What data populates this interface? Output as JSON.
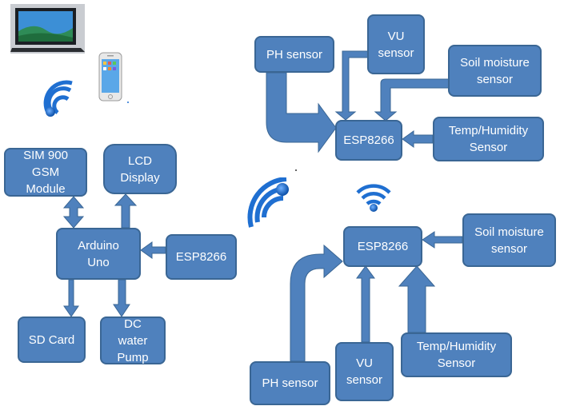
{
  "colors": {
    "box_fill": "#4f81bd",
    "box_border": "#3a6694",
    "text": "#ffffff",
    "wifi_blue": "#1f6fd1"
  },
  "icons": {
    "laptop": "laptop-icon",
    "phone": "smartphone-icon",
    "wifi_left": "wifi-icon",
    "wifi_center": "wifi-icon",
    "wifi_right": "wifi-icon"
  },
  "left_system": {
    "sim900": "SIM 900\nGSM\nModule",
    "lcd": "LCD\nDisplay",
    "arduino": "Arduino\nUno",
    "esp": "ESP8266",
    "sd_card": "SD Card",
    "pump": "DC\nwater\nPump"
  },
  "top_node": {
    "ph": "PH sensor",
    "vu": "VU\nsensor",
    "soil": "Soil moisture\nsensor",
    "esp": "ESP8266",
    "temp": "Temp/Humidity\nSensor"
  },
  "bottom_node": {
    "esp": "ESP8266",
    "soil": "Soil moisture\nsensor",
    "temp": "Temp/Humidity\nSensor",
    "ph": "PH sensor",
    "vu": "VU\nsensor"
  }
}
